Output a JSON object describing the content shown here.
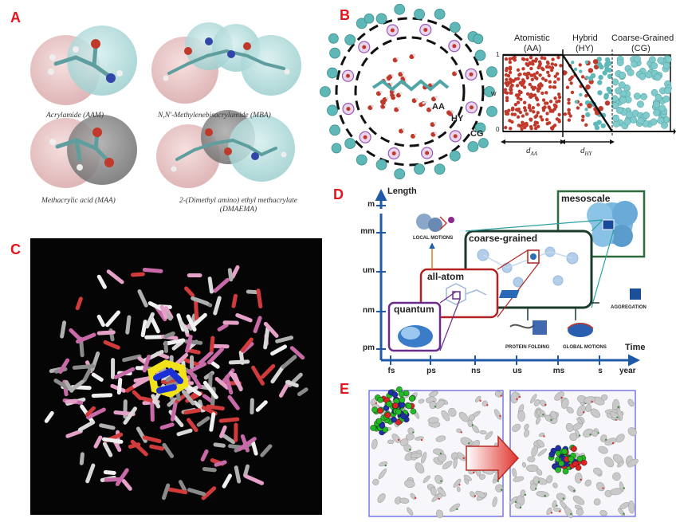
{
  "panels": {
    "A": "A",
    "B": "B",
    "C": "C",
    "D": "D",
    "E": "E"
  },
  "panelA": {
    "molecules": [
      {
        "caption": "Acrylamide (AAM)"
      },
      {
        "caption": "N,N'-Methylenebisacrylamide (MBA)"
      },
      {
        "caption": "Methacrylic acid (MAA)"
      },
      {
        "caption": "2-(Dimethyl amino) ethyl methacrylate (DMAEMA)"
      }
    ]
  },
  "panelB": {
    "region_labels": {
      "aa": "AA",
      "hy": "HY",
      "cg": "CG"
    },
    "columns": [
      {
        "title": "Atomistic",
        "abbr": "(AA)"
      },
      {
        "title": "Hybrid",
        "abbr": "(HY)"
      },
      {
        "title": "Coarse-Grained",
        "abbr": "(CG)"
      }
    ],
    "w_axis": {
      "label": "w",
      "tick_top": "1",
      "tick_bottom": "0"
    },
    "dims": {
      "d_aa": "d",
      "d_aa_sub": "AA",
      "d_hy": "d",
      "d_hy_sub": "HY"
    }
  },
  "panelD": {
    "y_axis_label": "Length",
    "x_axis_label": "Time",
    "y_ticks": [
      "m",
      "mm",
      "um",
      "nm",
      "pm"
    ],
    "x_ticks": [
      "fs",
      "ps",
      "ns",
      "us",
      "ms",
      "s",
      "year"
    ],
    "boxes": {
      "quantum": "quantum",
      "all_atom": "all-atom",
      "coarse": "coarse-grained",
      "meso": "mesoscale"
    },
    "annotations": {
      "local": "LOCAL MOTIONS",
      "folding": "PROTEIN FOLDING",
      "global": "GLOBAL MOTIONS",
      "aggregation": "AGGREGATION"
    }
  },
  "colors": {
    "panel_letter": "#e8141b",
    "axis_blue": "#1e5aa8",
    "teal": "#5fb8b8",
    "red_atom": "#c0392b",
    "quantum_box": "#6a2c8a",
    "all_atom_box": "#b22222",
    "coarse_box": "#1a3a2a",
    "meso_box": "#2e6b3c"
  }
}
